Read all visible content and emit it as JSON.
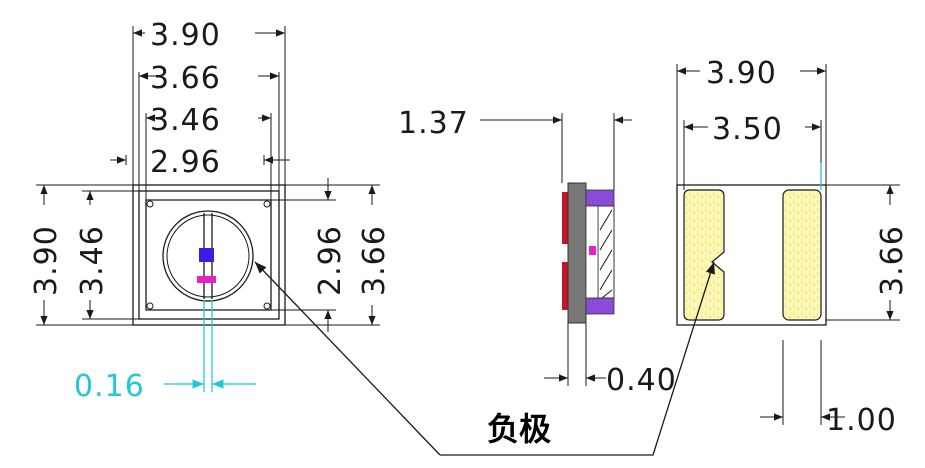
{
  "top_view": {
    "dims_width": [
      "3.90",
      "3.66",
      "3.46",
      "2.96"
    ],
    "dims_height_left": [
      "3.90",
      "3.46"
    ],
    "dims_height_right": [
      "2.96",
      "3.66"
    ],
    "dim_bottom": "0.16"
  },
  "side_view": {
    "dim_thickness": "1.37",
    "dim_bottom": "0.40"
  },
  "bottom_view": {
    "dim_width_outer": "3.90",
    "dim_width_inner": "3.50",
    "dim_height": "3.66",
    "dim_pad": "1.00"
  },
  "label": "负极",
  "colors": {
    "line": "#1a1a1a",
    "cyan": "#22c8d8",
    "blue_die": "#3a1ee6",
    "magenta": "#e81fc8",
    "red_lead": "#c8142a",
    "grey_body": "#777777",
    "purple_pad": "#8a4bd8",
    "yellow_pad": "#fbf7b0"
  }
}
